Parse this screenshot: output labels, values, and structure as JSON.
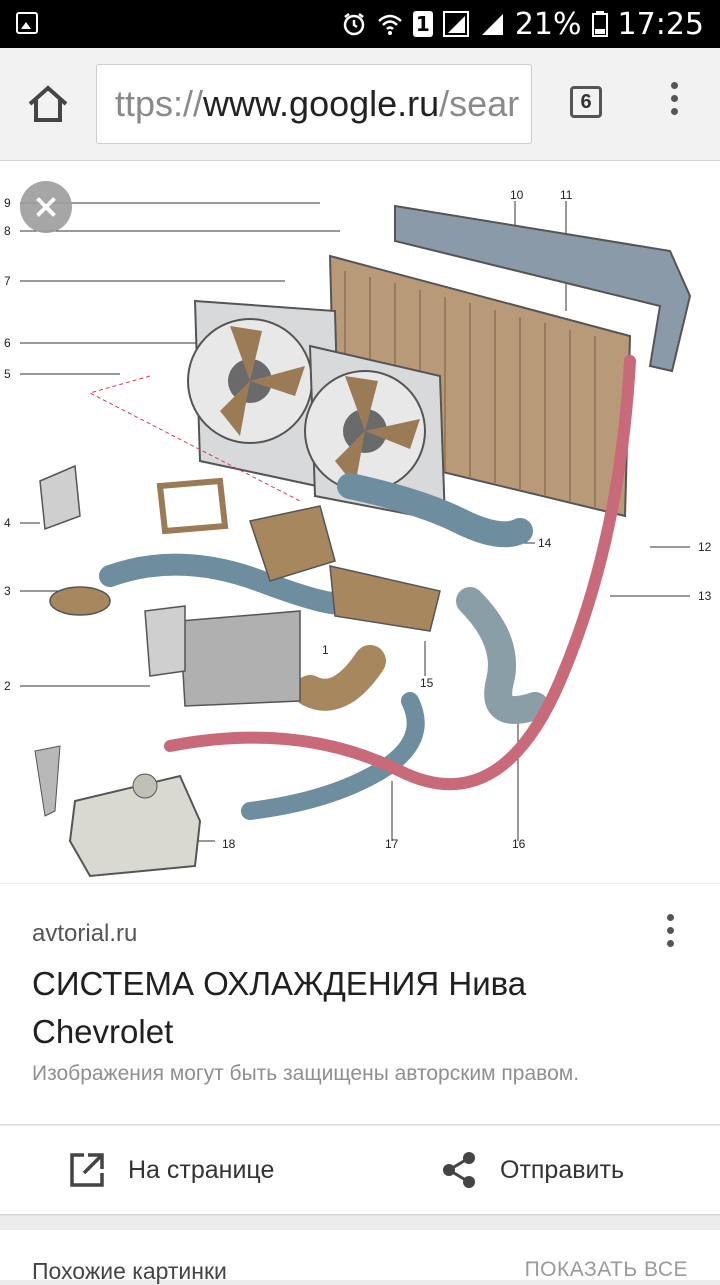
{
  "status_bar": {
    "battery": "21%",
    "time": "17:25",
    "sim": "1"
  },
  "toolbar": {
    "url_prefix": "ttps://",
    "url_host": "www.google.ru",
    "url_rest": "/sear",
    "tab_count": "6"
  },
  "diagram": {
    "callouts": [
      "1",
      "2",
      "3",
      "4",
      "5",
      "6",
      "7",
      "8",
      "9",
      "10",
      "11",
      "12",
      "13",
      "14",
      "15",
      "16",
      "17",
      "18"
    ]
  },
  "result": {
    "source": "avtorial.ru",
    "title": "СИСТЕМА ОХЛАЖДЕНИЯ Нива Chevrolet",
    "copyright": "Изображения могут быть защищены авторским правом."
  },
  "actions": {
    "visit_label": "На странице",
    "share_label": "Отправить"
  },
  "similar": {
    "title": "Похожие картинки",
    "show_all": "ПОКАЗАТЬ ВСЕ"
  }
}
